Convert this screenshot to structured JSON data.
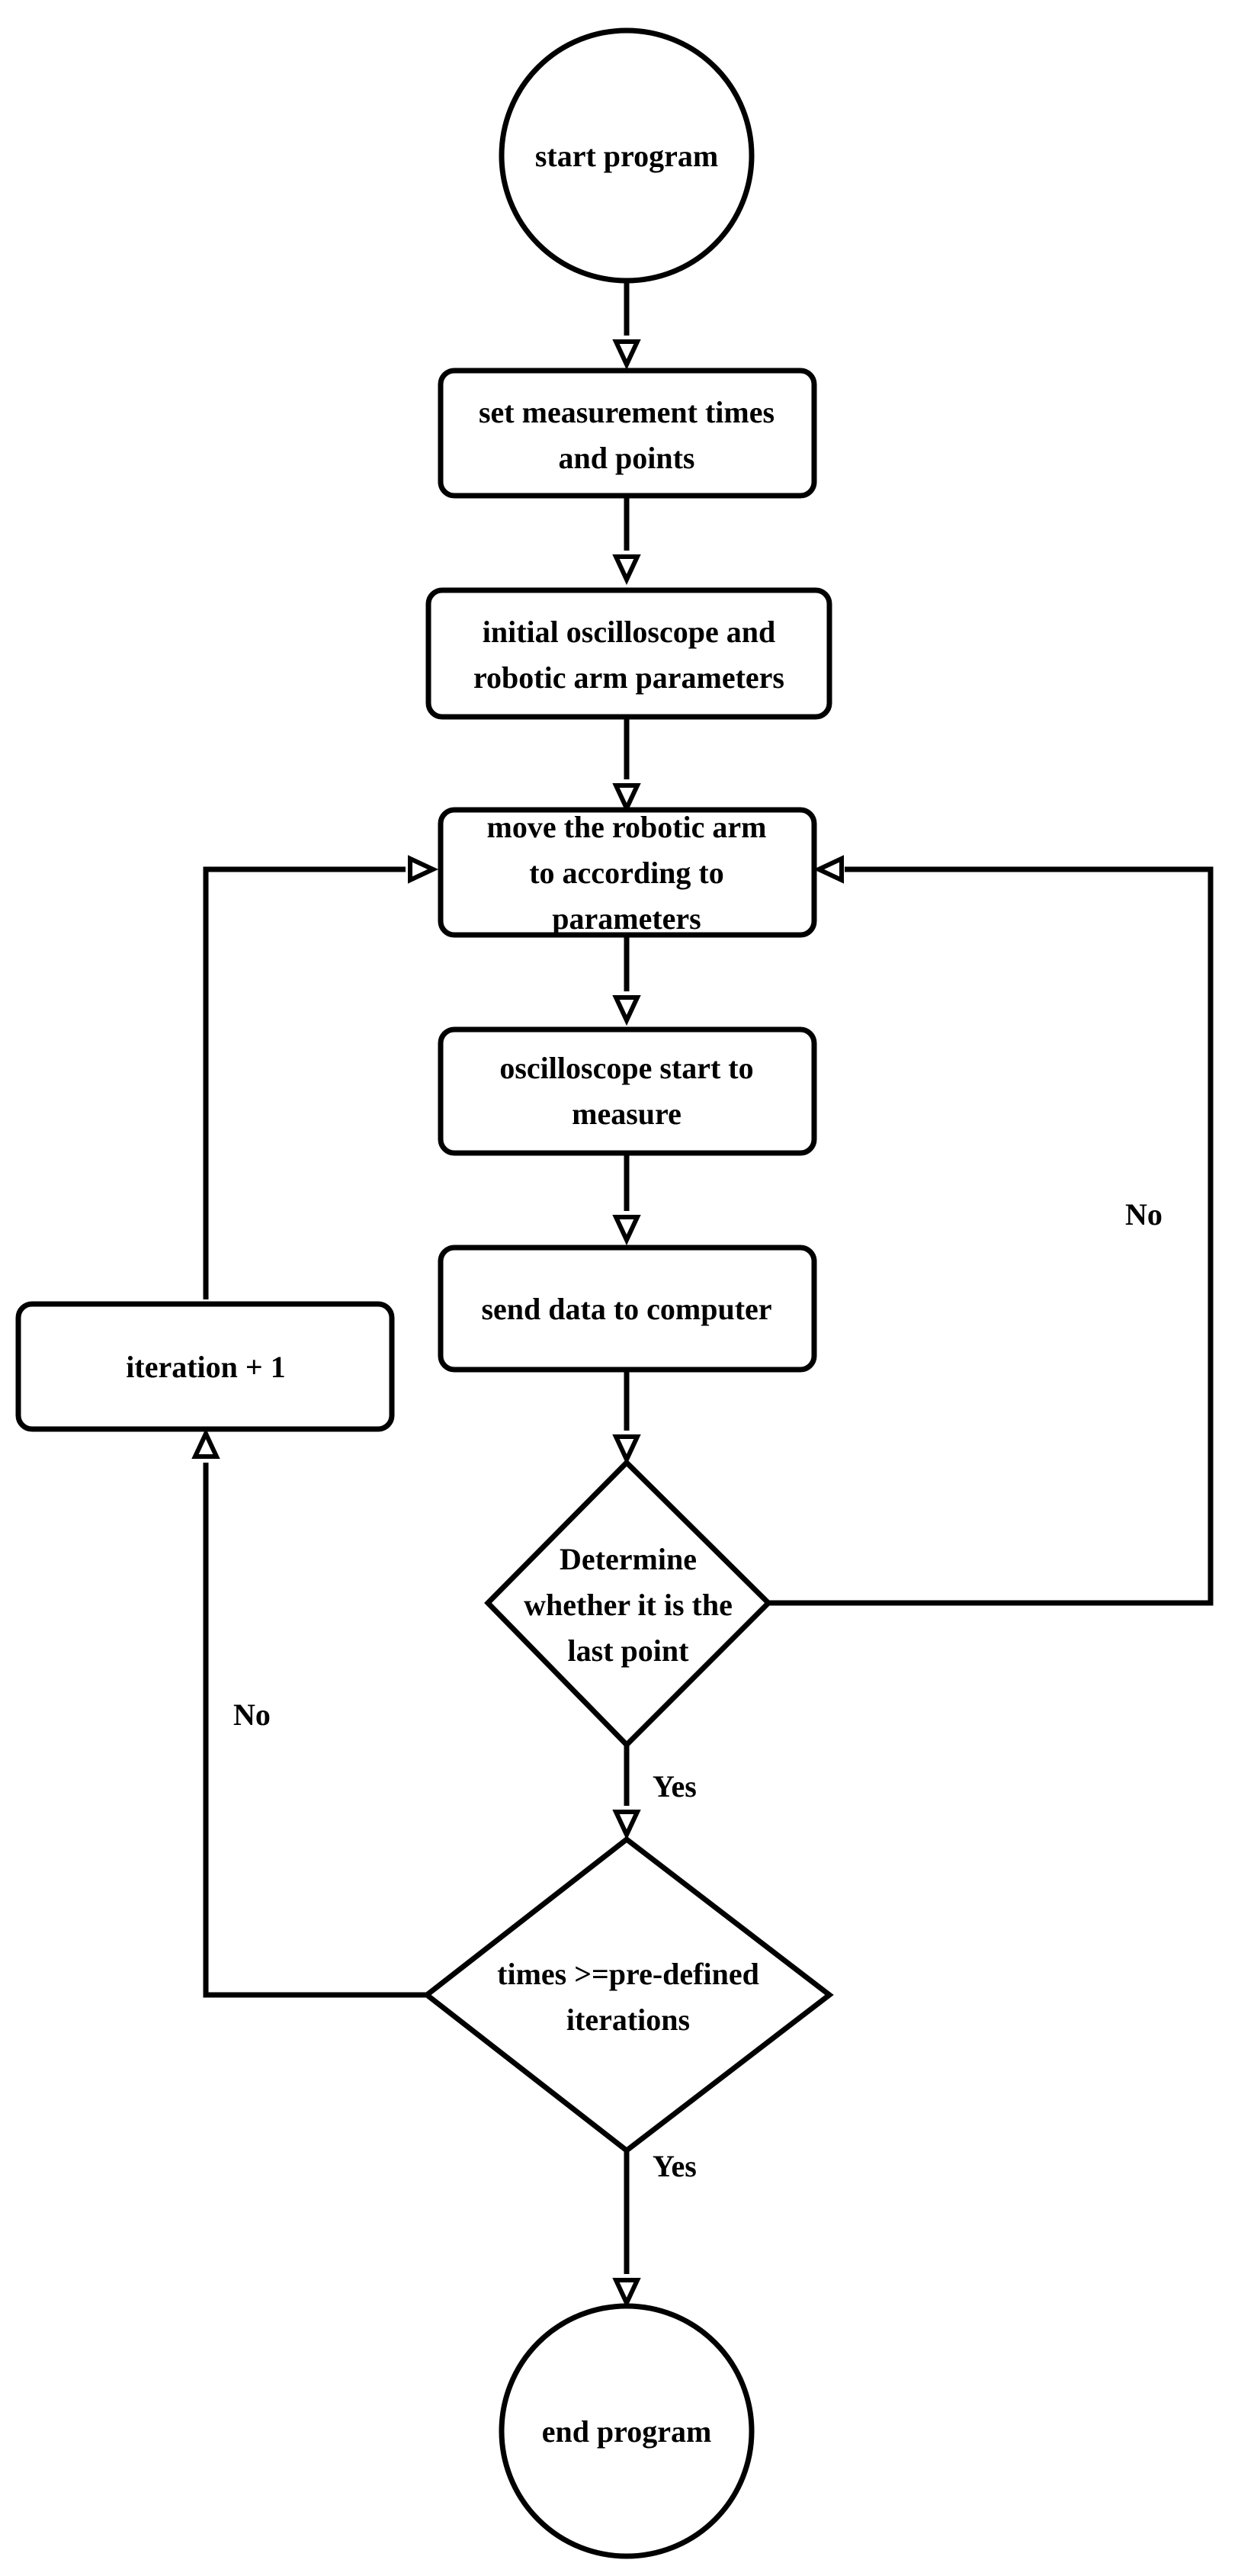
{
  "nodes": {
    "start": {
      "lines": [
        "start program"
      ]
    },
    "set_points": {
      "lines": [
        "set measurement times",
        "and points"
      ]
    },
    "init_params": {
      "lines": [
        "initial oscilloscope and",
        "robotic arm parameters"
      ]
    },
    "move_arm": {
      "lines": [
        "move the robotic arm",
        "to according to",
        "parameters"
      ]
    },
    "measure": {
      "lines": [
        "oscilloscope start to",
        "measure"
      ]
    },
    "send_data": {
      "lines": [
        "send data to computer"
      ]
    },
    "last_point": {
      "lines": [
        "Determine",
        "whether it is the",
        "last point"
      ]
    },
    "iterations_check": {
      "lines": [
        "times >=pre-defined",
        "iterations"
      ]
    },
    "iteration_inc": {
      "lines": [
        "iteration + 1"
      ]
    },
    "end": {
      "lines": [
        "end program"
      ]
    }
  },
  "edge_labels": {
    "last_point_no": "No",
    "last_point_yes": "Yes",
    "iterations_no": "No",
    "iterations_yes": "Yes"
  }
}
